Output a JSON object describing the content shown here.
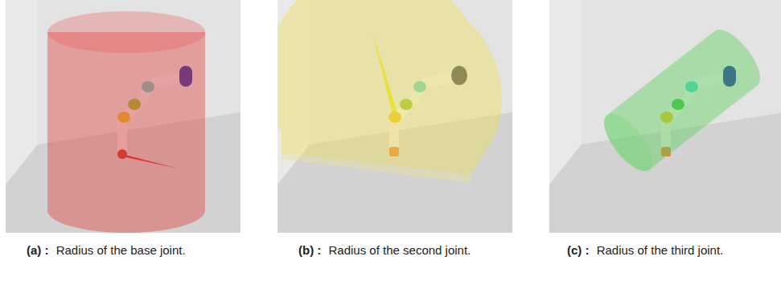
{
  "diagram": {
    "labels": [
      "(a) :",
      "Radius of the base joint.",
      "(b) :",
      "Radius of the second joint.",
      "(c) :",
      "Radius of the third joint."
    ]
  }
}
